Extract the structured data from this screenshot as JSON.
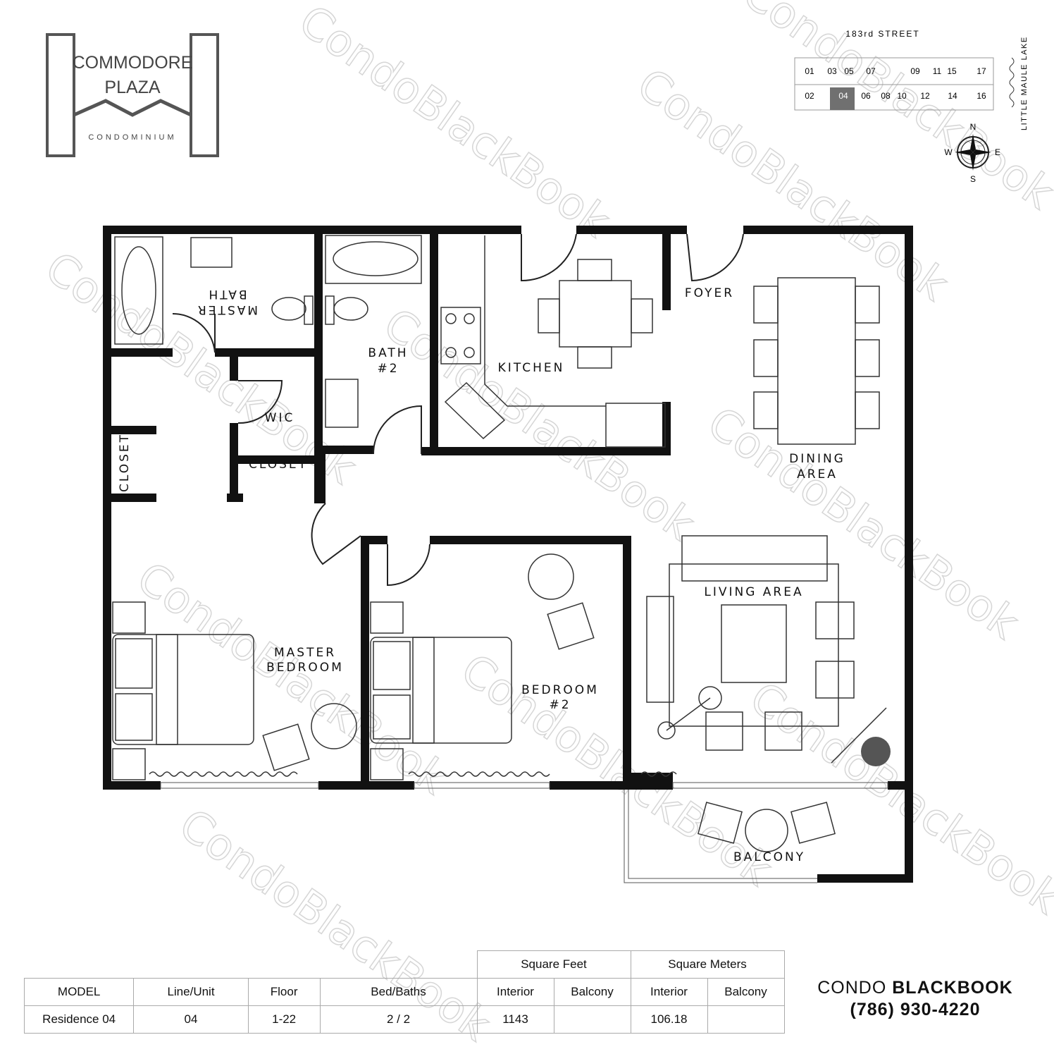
{
  "logo": {
    "line1": "COMMODORE",
    "line2": "PLAZA",
    "line3": "CONDOMINIUM"
  },
  "keyplan": {
    "street": "183rd STREET",
    "lake": "LITTLE MAULE LAKE",
    "top_units": [
      "01",
      "03",
      "05",
      "07",
      "09",
      "11",
      "15",
      "17"
    ],
    "bottom_units": [
      "02",
      "04",
      "06",
      "08",
      "10",
      "12",
      "14",
      "16"
    ],
    "selected_unit": "04",
    "selected_color": "#707070",
    "compass": {
      "n": "N",
      "e": "E",
      "s": "S",
      "w": "W"
    }
  },
  "rooms": {
    "master_bath_1": "MASTER",
    "master_bath_2": "BATH",
    "bath2_1": "BATH",
    "bath2_2": "#2",
    "kitchen": "KITCHEN",
    "foyer": "FOYER",
    "wic": "WIC",
    "closet_left": "CLOSET",
    "closet": "CLOSET",
    "dining_1": "DINING",
    "dining_2": "AREA",
    "living": "LIVING AREA",
    "master_bed_1": "MASTER",
    "master_bed_2": "BEDROOM",
    "bed2_1": "BEDROOM",
    "bed2_2": "#2",
    "balcony": "BALCONY"
  },
  "watermark": "CondoBlackBook",
  "table": {
    "group_headers": [
      "Square Feet",
      "Square Meters"
    ],
    "headers": [
      "MODEL",
      "Line/Unit",
      "Floor",
      "Bed/Baths",
      "Interior",
      "Balcony",
      "Interior",
      "Balcony"
    ],
    "row": [
      "Residence 04",
      "04",
      "1-22",
      "2 / 2",
      "1143",
      "",
      "106.18",
      ""
    ]
  },
  "brand": {
    "name_a": "CONDO ",
    "name_b": "BLACKBOOK",
    "phone": "(786) 930-4220"
  }
}
